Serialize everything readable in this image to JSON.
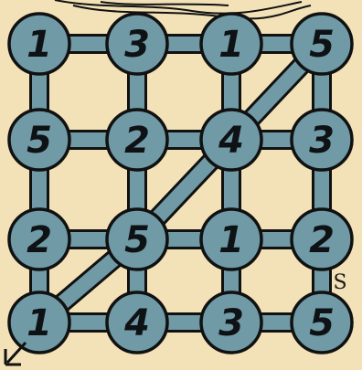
{
  "puzzle": {
    "grid": [
      [
        1,
        3,
        1,
        5
      ],
      [
        5,
        2,
        4,
        3
      ],
      [
        2,
        5,
        1,
        2
      ],
      [
        1,
        4,
        3,
        5
      ]
    ],
    "colors": {
      "background": "#f3e2b8",
      "node_fill": "#6f9aa6",
      "path_fill": "#6f9aa6",
      "outline": "#111111",
      "number": "#0f1215"
    },
    "signature_mark": "S",
    "corner_icon": "arrow-down-left-icon"
  }
}
